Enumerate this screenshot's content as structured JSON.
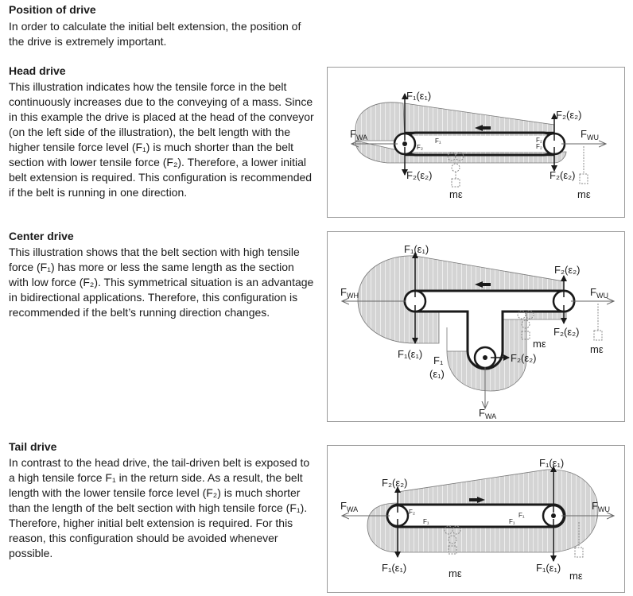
{
  "position": {
    "title": "Position of drive",
    "text": "In order to calculate the initial belt extension, the position of the drive is extremely important."
  },
  "head": {
    "title": "Head drive",
    "text": "This illustration indicates how the tensile force in the belt continuously increases due to the conveying of a mass. Since in this example the drive is placed at the head of the conveyor (on the left side of the illustration), the belt length with the higher tensile force level (F₁) is much shorter than the belt section with lower tensile force (F₂). Therefore, a lower initial belt extension is required. This configuration is recommended if the belt is running in one direction.",
    "labels": {
      "f1e1": "F₁(ε₁)",
      "f2e2_right": "F₂(ε₂)",
      "f2e2_left": "F₂(ε₂)",
      "f2e2_bottom": "F₂(ε₂)",
      "fwa": "F",
      "fwa_sub": "WA",
      "fwu": "F",
      "fwu_sub": "WU",
      "f1_small": "F₁",
      "f2_small": "F₂",
      "f2_r1": "F₂",
      "f2_r2": "F₂",
      "me1": "mε",
      "me2": "mε"
    }
  },
  "center": {
    "title": "Center drive",
    "text": "This illustration shows that the belt section with high tensile force (F₁) has more or less the same length as the section with low force (F₂). This symmetrical situation is an advantage in bidirectional applications. Therefore, this configuration is recommended if the belt’s running direction changes.",
    "labels": {
      "f1e1_top": "F₁(ε₁)",
      "f2e2_right": "F₂(ε₂)",
      "f2e2_lower": "F₂(ε₂)",
      "f2e2_drive": "F₂(ε₂)",
      "f1e1_left": "F₁(ε₁)",
      "f1_drive": "F₁",
      "e1_drive": "(ε₁)",
      "fwh": "F",
      "fwh_sub": "WH",
      "fwu": "F",
      "fwu_sub": "WU",
      "fwa": "F",
      "fwa_sub": "WA",
      "me1": "mε",
      "me2": "mε"
    }
  },
  "tail": {
    "title": "Tail drive",
    "text": "In contrast to the head drive, the tail-driven belt is exposed to a high tensile force F₁ in the return side. As a result, the belt length with the lower tensile force level (F₂) is much shorter than the length of the belt section with high tensile force (F₁). Therefore, higher initial belt extension is required. For this reason, this configuration should be avoided whenever possible.",
    "labels": {
      "f1e1_top": "F₁(ε₁)",
      "f2e2_left": "F₂(ε₂)",
      "f1e1_bottom_left": "F₁(ε₁)",
      "f1e1_bottom_right": "F₁(ε₁)",
      "fwa": "F",
      "fwa_sub": "WA",
      "fwu": "F",
      "fwu_sub": "WU",
      "f2_small": "F₂",
      "f1_small_left": "F₁",
      "f1_small_right1": "F₁",
      "f1_small_right2": "F₁",
      "me1": "mε",
      "me2": "mε"
    }
  }
}
